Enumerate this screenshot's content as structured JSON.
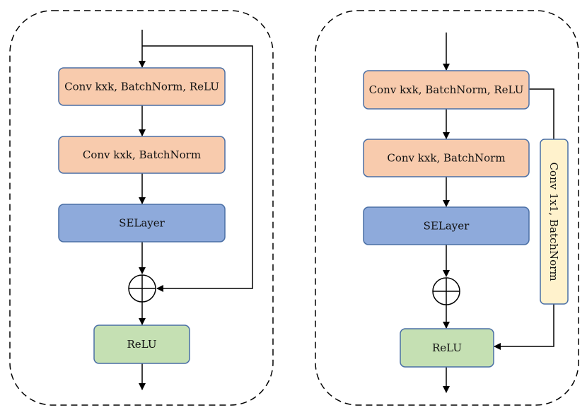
{
  "colors": {
    "conv": "#f8cbad",
    "se": "#8eaadb",
    "relu": "#c5e0b3",
    "shortcut": "#fff2cc",
    "stroke": "#000000",
    "box_border": "#4a6fa5"
  },
  "left_block": {
    "conv1_label": "Conv kxk, BatchNorm, ReLU",
    "conv2_label": "Conv kxk, BatchNorm",
    "se_label": "SELayer",
    "relu_label": "ReLU"
  },
  "right_block": {
    "conv1_label": "Conv kxk, BatchNorm, ReLU",
    "conv2_label": "Conv kxk, BatchNorm",
    "se_label": "SELayer",
    "relu_label": "ReLU",
    "shortcut_label": "Conv 1x1, BatchNorm"
  }
}
